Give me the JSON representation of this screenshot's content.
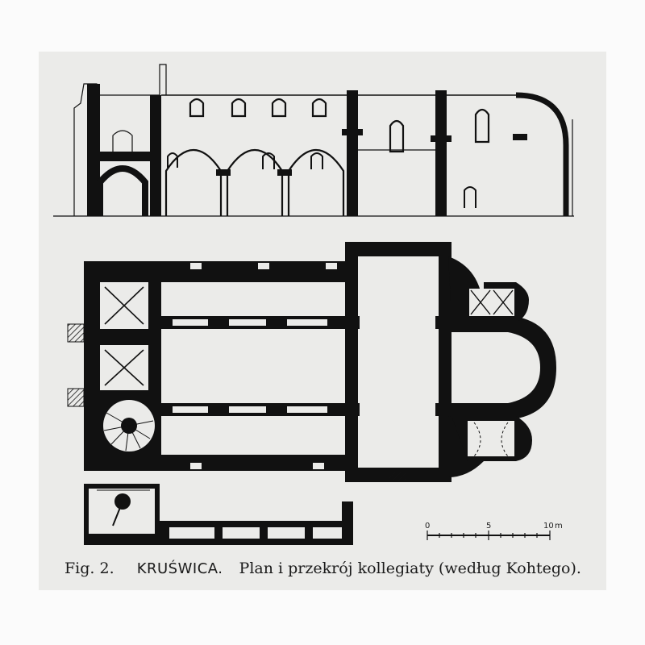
{
  "figure": {
    "caption_number": "Fig. 2.",
    "caption_place": "KRUŚWICA.",
    "caption_text": "Plan i przekrój kollegiaty (według Kohtego)."
  },
  "scale_bar": {
    "labels": [
      "0",
      "5",
      "10"
    ],
    "unit": "m"
  },
  "colors": {
    "ink": "#111111",
    "paper": "#ebebe9",
    "background": "#fbfbfb"
  }
}
